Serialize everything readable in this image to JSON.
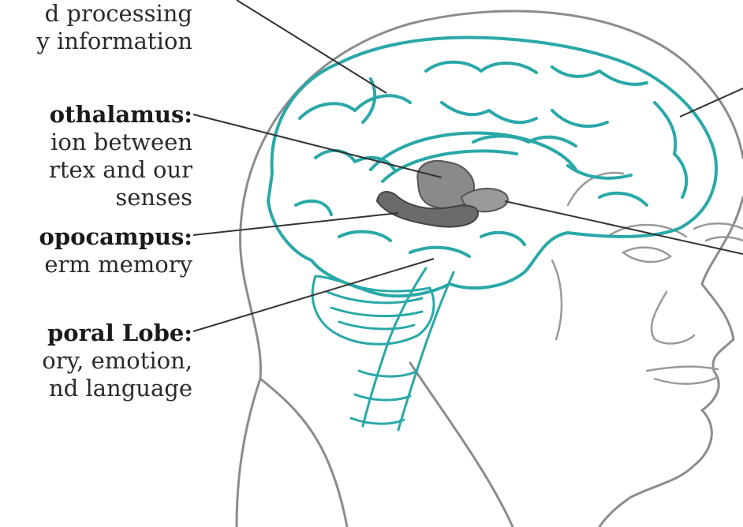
{
  "labels": {
    "sensory": {
      "line1": "d processing",
      "line2": "y information"
    },
    "thalamus": {
      "heading": "othalamus:",
      "line1": "ion between",
      "line2": "rtex and our",
      "line3": "senses"
    },
    "hippocampus": {
      "heading": "opocampus:",
      "line1": "erm memory"
    },
    "temporal": {
      "heading": "poral Lobe:",
      "line1": "ory, emotion,",
      "line2": "nd language"
    }
  },
  "colors": {
    "brain_outline": "#2aa8a8",
    "head_outline": "#8c8c8c",
    "inner_structures": "#6b6b6b",
    "leader_lines": "#333333",
    "text": "#2b2b2b"
  }
}
